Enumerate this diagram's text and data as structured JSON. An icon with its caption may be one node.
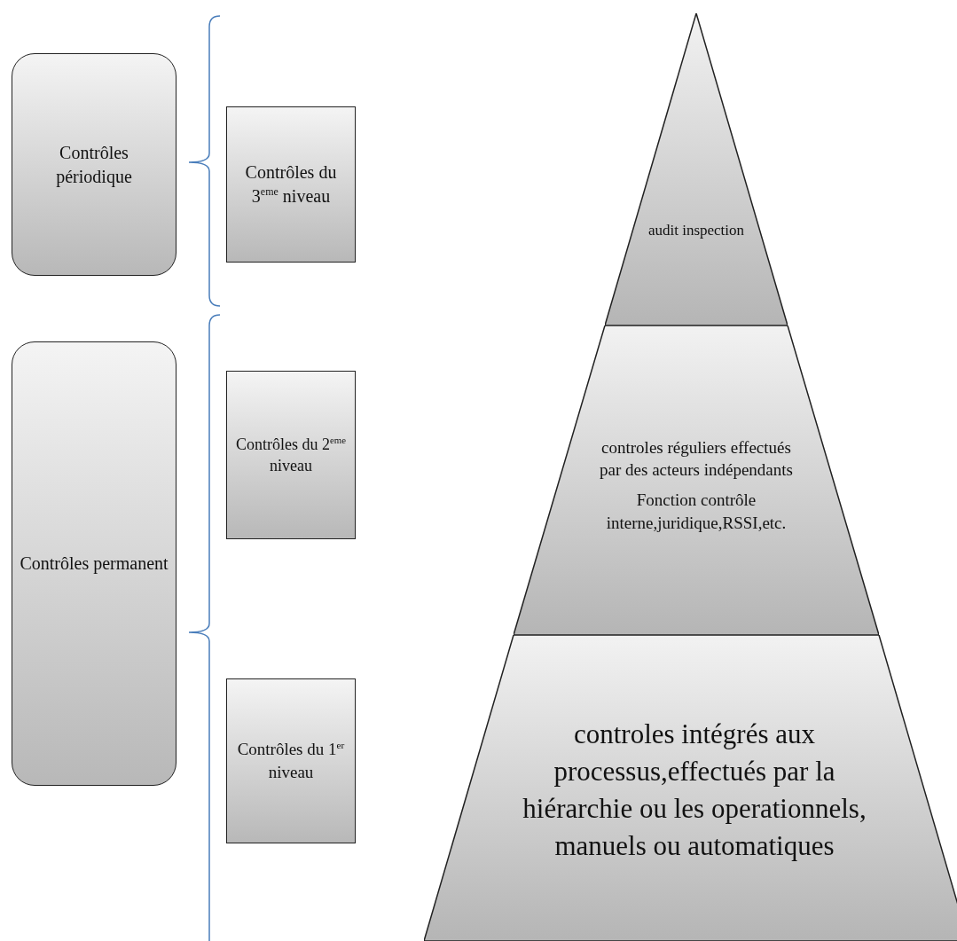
{
  "diagram": {
    "nodes": [
      {
        "text": [
          "Contrôles périodique"
        ]
      },
      {
        "text": [
          "Contrôles du 3$^{eme}$ niveau"
        ]
      },
      {
        "text": [
          "audit inspection"
        ]
      },
      {
        "text": [
          "Contrôles permanent"
        ]
      },
      {
        "text": [
          "Contrôles du 2$^{eme}$ niveau"
        ]
      },
      {
        "text": [
          "controles réguliers effectués par des acteurs indépendants",
          "Fonction contrôle interne,juridique,RSSI,etc."
        ]
      },
      {
        "text": [
          "Contrôles du 1$^{er}$ niveau"
        ]
      },
      {
        "text": [
          "controles intégrés aux processus,effectués par la hiérarchie ou les operationnels, manuels ou automatiques"
        ]
      }
    ]
  }
}
